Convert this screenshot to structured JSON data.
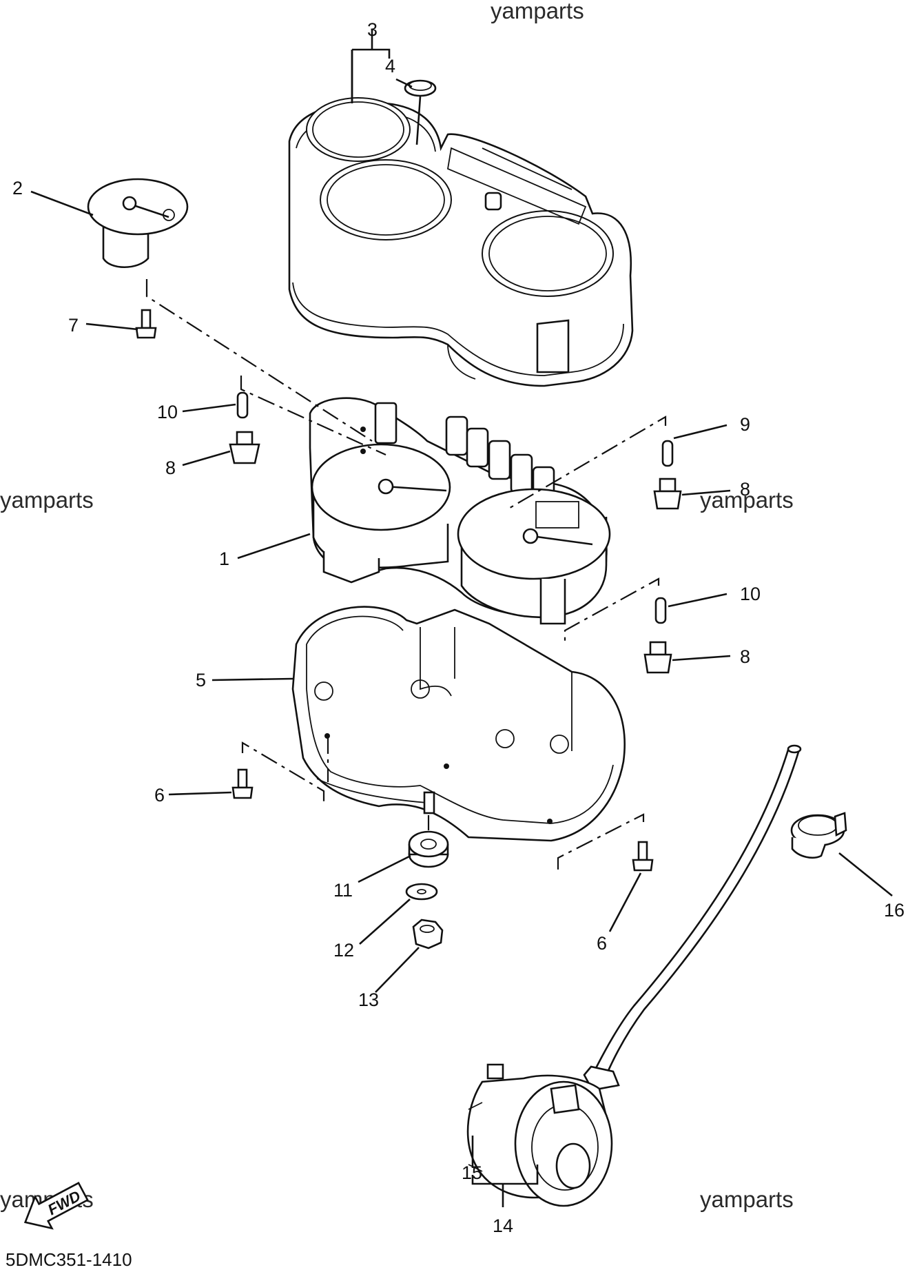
{
  "diagram_code": "5DMC351-1410",
  "watermark": "yamparts",
  "fwd_label": "FWD",
  "callouts": {
    "c1": "1",
    "c2": "2",
    "c3": "3",
    "c4": "4",
    "c5": "5",
    "c6a": "6",
    "c6b": "6",
    "c7": "7",
    "c8a": "8",
    "c8b": "8",
    "c8c": "8",
    "c9": "9",
    "c10a": "10",
    "c10b": "10",
    "c11": "11",
    "c12": "12",
    "c13": "13",
    "c14": "14",
    "c15": "15",
    "c16": "16"
  }
}
